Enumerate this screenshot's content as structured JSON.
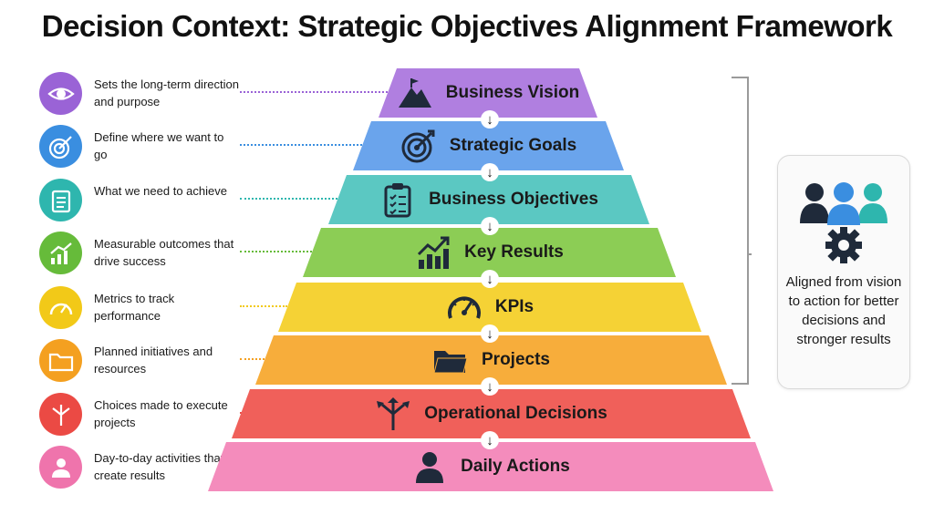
{
  "title": "Decision Context: Strategic Objectives Alignment Framework",
  "levels": [
    {
      "label": "Business Vision",
      "description": "Sets the long-term direction and purpose",
      "color": "#b07fe0",
      "circle_color": "#9a63d6",
      "icon": "mountain-flag-icon"
    },
    {
      "label": "Strategic Goals",
      "description": "Define where we want to go",
      "color": "#6aa4ec",
      "circle_color": "#3a8ee0",
      "icon": "target-icon"
    },
    {
      "label": "Business Objectives",
      "description": "What we need to achieve",
      "color": "#5bc8c2",
      "circle_color": "#2eb6ae",
      "icon": "clipboard-checklist-icon"
    },
    {
      "label": "Key Results",
      "description": "Measurable outcomes that drive success",
      "color": "#8ccd55",
      "circle_color": "#66bb3a",
      "icon": "growth-chart-icon"
    },
    {
      "label": "KPIs",
      "description": "Metrics to track performance",
      "color": "#f5d235",
      "circle_color": "#f2c918",
      "icon": "speedometer-icon"
    },
    {
      "label": "Projects",
      "description": "Planned initiatives and resources",
      "color": "#f7ad3b",
      "circle_color": "#f4a020",
      "icon": "folder-icon"
    },
    {
      "label": "Operational Decisions",
      "description": "Choices made to execute projects",
      "color": "#f0605a",
      "circle_color": "#eb4a44",
      "icon": "split-arrows-icon"
    },
    {
      "label": "Daily Actions",
      "description": "Day-to-day activities that create results",
      "color": "#f48cbc",
      "circle_color": "#ef74ac",
      "icon": "person-icon"
    }
  ],
  "side_card": {
    "caption": "Aligned from vision to action for better decisions and stronger results",
    "icon": "team-gear-icon"
  }
}
